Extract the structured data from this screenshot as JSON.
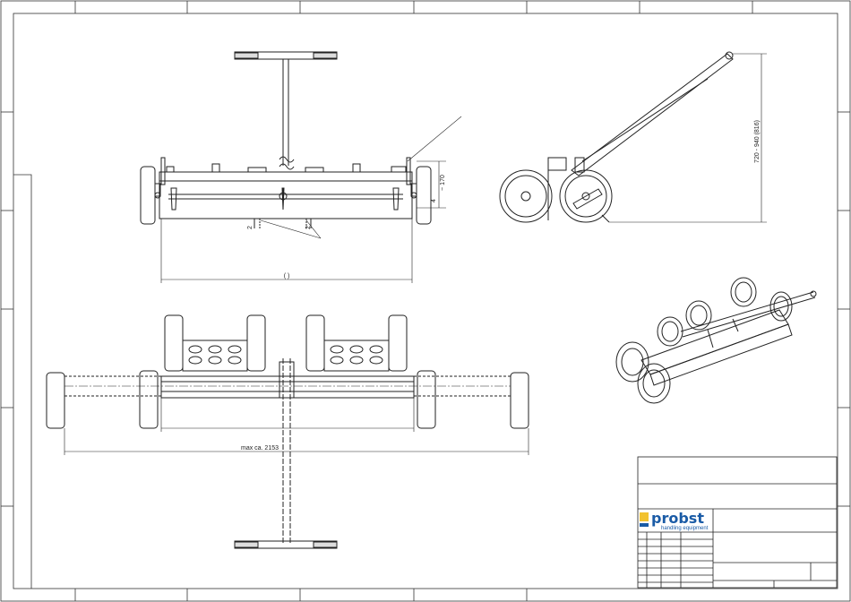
{
  "drawing": {
    "dimensions": {
      "height_range": "720 - 940 (816)",
      "clearance": "~ 170",
      "small_a": "2",
      "small_b": "2",
      "wheel_gap": "4",
      "width_open": "(     )",
      "max_width": "max ca. 2153"
    }
  },
  "title_block": {
    "brand": "probst",
    "tagline": "handling equipment",
    "colors": {
      "brand_blue": "#1a5ba6",
      "brand_yellow": "#f2c230"
    }
  }
}
